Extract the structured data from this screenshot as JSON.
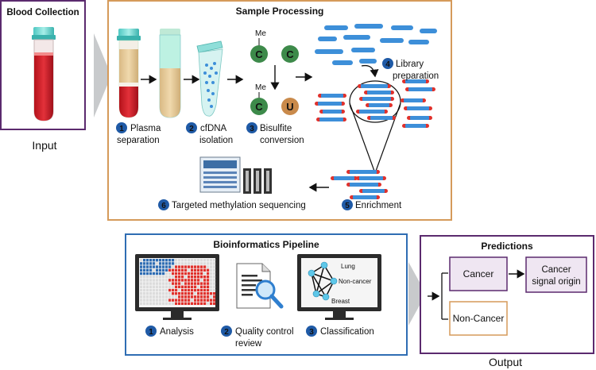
{
  "input": {
    "title": "Blood Collection",
    "label": "Input"
  },
  "sample_processing": {
    "title": "Sample Processing",
    "steps": [
      {
        "num": "1",
        "line1": "Plasma",
        "line2": "separation"
      },
      {
        "num": "2",
        "line1": "cfDNA",
        "line2": "isolation"
      },
      {
        "num": "3",
        "line1": "Bisulfite",
        "line2": "conversion"
      },
      {
        "num": "4",
        "line1": "Library",
        "line2": "preparation"
      },
      {
        "num": "5",
        "line1": "Enrichment",
        "line2": ""
      },
      {
        "num": "6",
        "line1": "Targeted methylation sequencing",
        "line2": ""
      }
    ],
    "bisulfite": {
      "me_label": "Me",
      "c": "C",
      "u": "U"
    }
  },
  "bioinformatics": {
    "title": "Bioinformatics Pipeline",
    "steps": [
      {
        "num": "1",
        "line1": "Analysis",
        "line2": ""
      },
      {
        "num": "2",
        "line1": "Quality control",
        "line2": "review"
      },
      {
        "num": "3",
        "line1": "Classification",
        "line2": ""
      }
    ],
    "classification_labels": {
      "lung": "Lung",
      "noncancer": "Non-cancer",
      "breast": "Breast"
    }
  },
  "predictions": {
    "title": "Predictions",
    "cancer": "Cancer",
    "cancer_origin_line1": "Cancer",
    "cancer_origin_line2": "signal origin",
    "noncancer": "Non-Cancer",
    "label": "Output"
  },
  "colors": {
    "input_border": "#5b2a6e",
    "sample_border": "#d59a5a",
    "bio_border": "#2f6db3",
    "pred_border": "#5b2a6e",
    "step_badge": "#1f5aa6",
    "strand_blue": "#3d8fd9",
    "strand_red": "#e0312c",
    "green_circle": "#3d8a4a",
    "orange_circle": "#c98a4b"
  }
}
